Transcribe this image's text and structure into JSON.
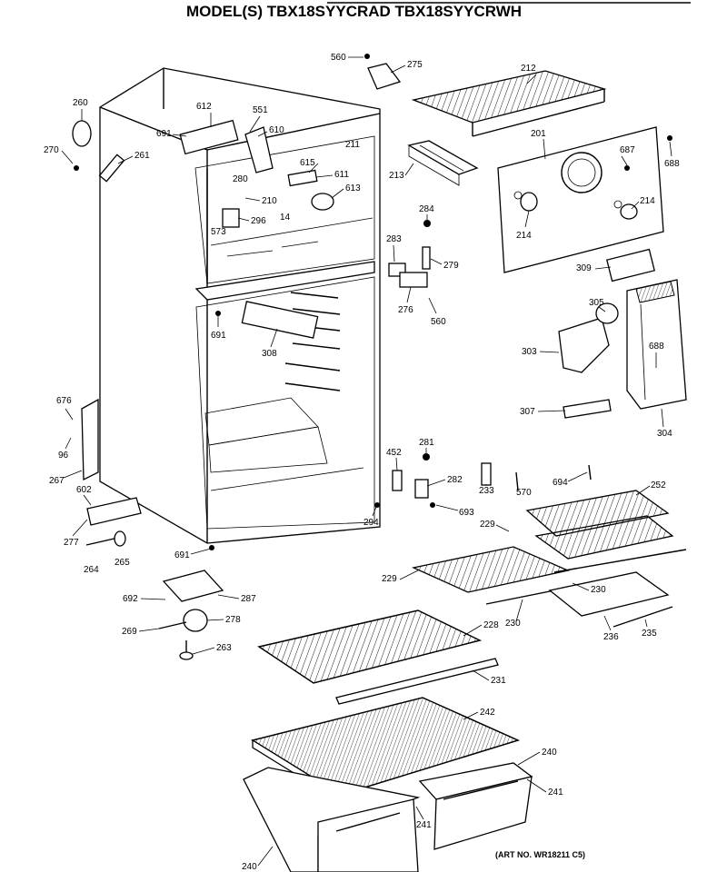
{
  "header": {
    "title": "MODEL(S) TBX18SYYCRAD  TBX18SYYCRWH"
  },
  "footer": {
    "art_no": "(ART NO. WR18211 C5)"
  },
  "labels": {
    "l560a": "560",
    "l275": "275",
    "l212": "212",
    "l260": "260",
    "l612": "612",
    "l551": "551",
    "l691a": "691",
    "l610": "610",
    "l211": "211",
    "l270": "270",
    "l261": "261",
    "l280": "280",
    "l615": "615",
    "l611": "611",
    "l613": "613",
    "l210": "210",
    "l14": "14",
    "l296": "296",
    "l573": "573",
    "l213": "213",
    "l201": "201",
    "l687": "687",
    "l688a": "688",
    "l214a": "214",
    "l214b": "214",
    "l284": "284",
    "l283": "283",
    "l279": "279",
    "l276": "276",
    "l560b": "560",
    "l309": "309",
    "l305": "305",
    "l303": "303",
    "l688b": "688",
    "l307": "307",
    "l304": "304",
    "l691b": "691",
    "l308": "308",
    "l676": "676",
    "l96": "96",
    "l267": "267",
    "l602": "602",
    "l277": "277",
    "l264": "264",
    "l265": "265",
    "l691c": "691",
    "l294": "294",
    "l452": "452",
    "l281": "281",
    "l282": "282",
    "l693": "693",
    "l233": "233",
    "l570": "570",
    "l694": "694",
    "l252": "252",
    "l229a": "229",
    "l229b": "229",
    "l230a": "230",
    "l230b": "230",
    "l236": "236",
    "l235": "235",
    "l692": "692",
    "l287": "287",
    "l269": "269",
    "l278": "278",
    "l263": "263",
    "l228": "228",
    "l231": "231",
    "l242": "242",
    "l240a": "240",
    "l241a": "241",
    "l241b": "241",
    "l240b": "240"
  }
}
